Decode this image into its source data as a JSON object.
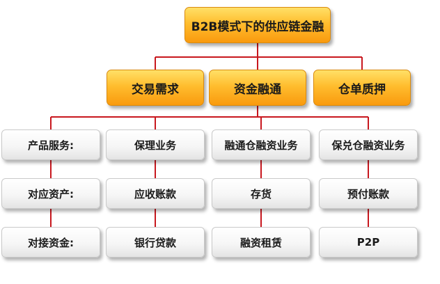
{
  "root": {
    "label": "B2B模式下的供应链金融"
  },
  "categories": [
    {
      "label": "交易需求"
    },
    {
      "label": "资金融通"
    },
    {
      "label": "仓单质押"
    }
  ],
  "columns": [
    {
      "items": [
        "产品服务:",
        "对应资产:",
        "对接资金:"
      ]
    },
    {
      "items": [
        "保理业务",
        "应收账款",
        "银行贷款"
      ]
    },
    {
      "items": [
        "融通仓融资业务",
        "存货",
        "融资租赁"
      ]
    },
    {
      "items": [
        "保兑仓融资业务",
        "预付账款",
        "P2P"
      ]
    }
  ],
  "colors": {
    "connector": "#c8171e",
    "box_orange": "#ffbd2e",
    "box_border_orange": "#d98a10"
  }
}
